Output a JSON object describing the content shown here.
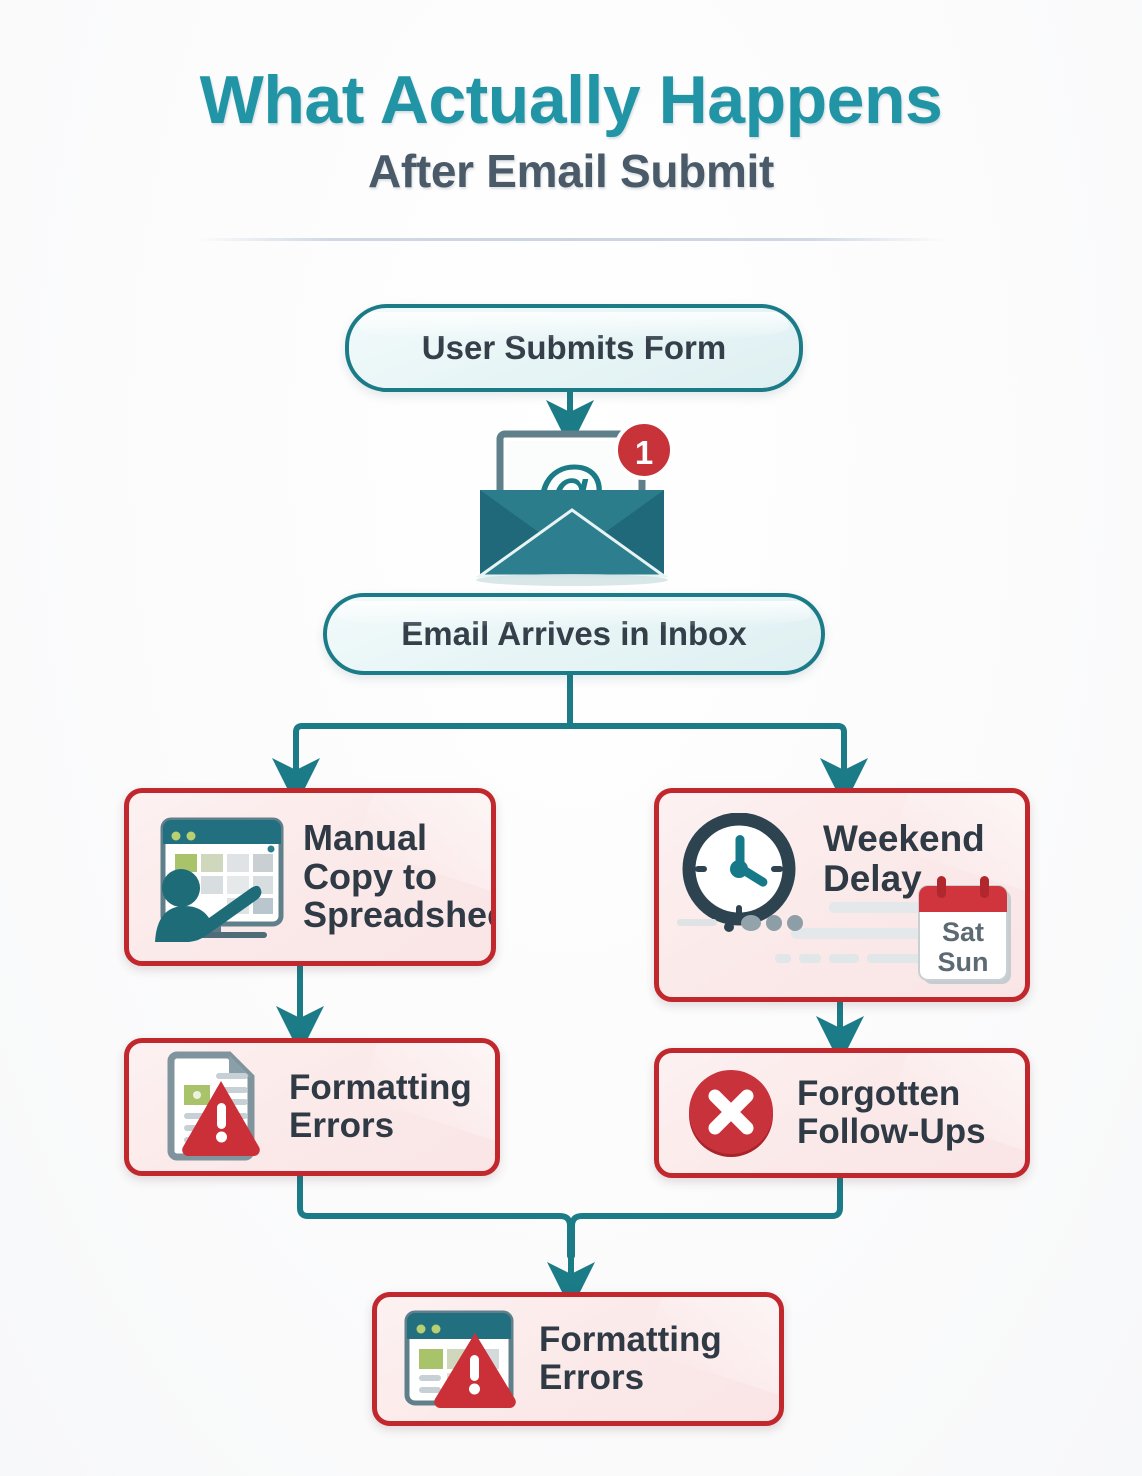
{
  "header": {
    "title": "What Actually Happens",
    "subtitle": "After Email Submit"
  },
  "colors": {
    "teal": "#1b7b87",
    "teal_title": "#2195a5",
    "red": "#c0282d",
    "red_fill": "#fbeaea",
    "mint_fill": "#e6f4f5",
    "slate_text": "#2f3a45",
    "navy": "#2d4450",
    "green_cell": "#a9c36a"
  },
  "flow": {
    "nodes": [
      {
        "id": "submit",
        "label": "User Submits Form",
        "shape": "pill",
        "style": "teal"
      },
      {
        "id": "envelope",
        "label": "",
        "shape": "illustration",
        "icon": "open-envelope-at-icon",
        "badge": "1"
      },
      {
        "id": "inbox",
        "label": "Email Arrives in Inbox",
        "shape": "pill",
        "style": "teal"
      },
      {
        "id": "manual",
        "label": "Manual\nCopy to\nSpreadsheet",
        "shape": "card",
        "style": "red",
        "icon": "manual-entry-spreadsheet-icon"
      },
      {
        "id": "weekend",
        "label": "Weekend\nDelay",
        "shape": "card",
        "style": "red",
        "icon": "clock-icon",
        "extra_icon": "calendar-weekend-icon",
        "calendar": {
          "day1": "Sat",
          "day2": "Sun"
        }
      },
      {
        "id": "format1",
        "label": "Formatting\nErrors",
        "shape": "card",
        "style": "red",
        "icon": "document-warning-icon"
      },
      {
        "id": "forgot",
        "label": "Forgotten\nFollow-Ups",
        "shape": "card",
        "style": "red",
        "icon": "error-circle-x-icon"
      },
      {
        "id": "format2",
        "label": "Formatting\nErrors",
        "shape": "card",
        "style": "red",
        "icon": "spreadsheet-warning-icon"
      }
    ],
    "edges": [
      {
        "from": "submit",
        "to": "envelope"
      },
      {
        "from": "envelope",
        "to": "inbox"
      },
      {
        "from": "inbox",
        "to": "manual"
      },
      {
        "from": "inbox",
        "to": "weekend"
      },
      {
        "from": "manual",
        "to": "format1"
      },
      {
        "from": "weekend",
        "to": "forgot"
      },
      {
        "from": "format1",
        "to": "format2"
      },
      {
        "from": "forgot",
        "to": "format2"
      }
    ]
  },
  "envelope": {
    "badge_count": "1",
    "symbol": "@"
  },
  "calendar": {
    "day1": "Sat",
    "day2": "Sun"
  }
}
